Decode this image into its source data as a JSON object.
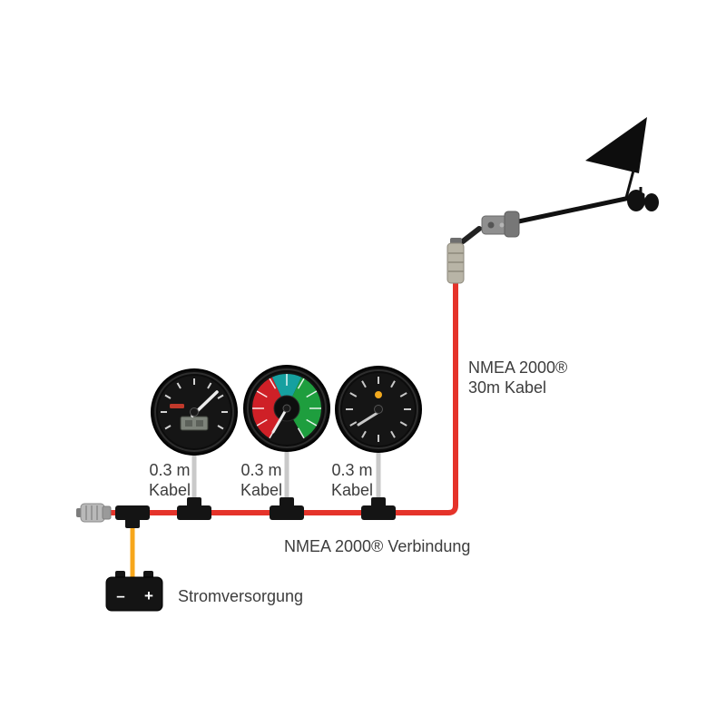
{
  "labels": {
    "sensor_cable_line1": "NMEA 2000®",
    "sensor_cable_line2": "30m Kabel",
    "drops": [
      {
        "line1": "0.3 m",
        "line2": "Kabel"
      },
      {
        "line1": "0.3 m",
        "line2": "Kabel"
      },
      {
        "line1": "0.3 m",
        "line2": "Kabel"
      }
    ],
    "backbone": "NMEA 2000® Verbindung",
    "power": "Stromversorgung"
  },
  "battery": {
    "minus": "–",
    "plus": "+"
  },
  "colors": {
    "nmea_cable": "#e5332a",
    "power_cable": "#f7a71b",
    "drop_cable": "#c9c9c9",
    "connector_black": "#141414",
    "text": "#3d3d3d",
    "wedge_red": "#cf2027",
    "wedge_green": "#1e9e3e",
    "wedge_teal": "#16a0a0",
    "lcd": "#7d837a",
    "yellow_dot": "#f2a91e"
  },
  "components": {
    "wind_sensor": "masthead-wind-sensor",
    "gauge_1": "speed-gauge-with-lcd",
    "gauge_2": "wind-angle-gauge",
    "gauge_3": "multifunction-gauge",
    "terminator": "backbone-terminator",
    "battery": "power-battery"
  }
}
